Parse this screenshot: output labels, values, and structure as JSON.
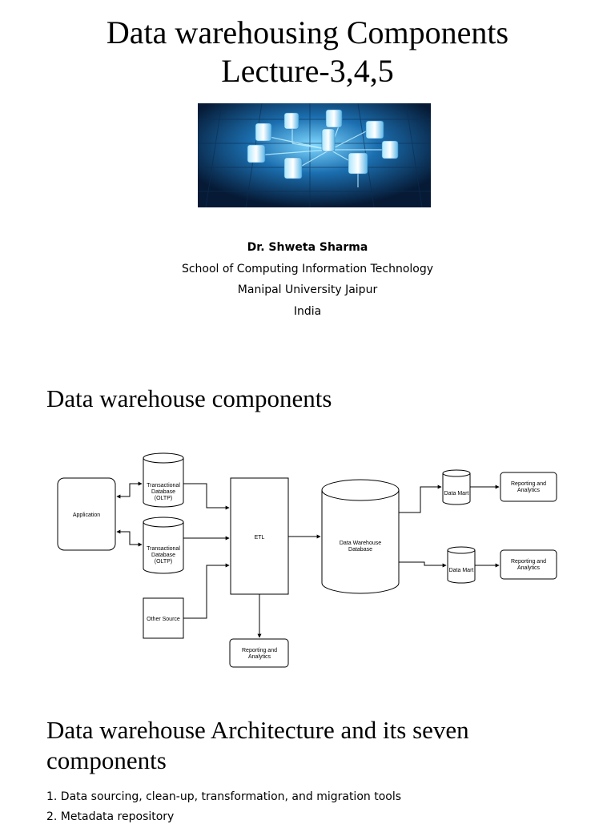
{
  "slide1": {
    "title_line1": "Data warehousing Components",
    "title_line2": "Lecture-3,4,5",
    "author_name": "Dr. Shweta Sharma",
    "author_dept": "School of Computing Information Technology",
    "author_university": "Manipal University Jaipur",
    "author_country": "India"
  },
  "slide2": {
    "title": "Data warehouse components",
    "diagram": {
      "application": "Application",
      "transactional_db_line1": "Transactional",
      "transactional_db_line2": "Database",
      "transactional_db_line3": "(OLTP)",
      "other_source": "Other Source",
      "etl": "ETL",
      "dw_line1": "Data Warehouse",
      "dw_line2": "Database",
      "data_mart": "Data Mart",
      "reporting_line1": "Reporting and",
      "reporting_line2": "Analytics"
    }
  },
  "slide3": {
    "title_line1": "Data warehouse Architecture and its seven",
    "title_line2": "components",
    "items": [
      "1. Data sourcing, clean-up, transformation, and migration tools",
      "2. Metadata repository"
    ]
  }
}
